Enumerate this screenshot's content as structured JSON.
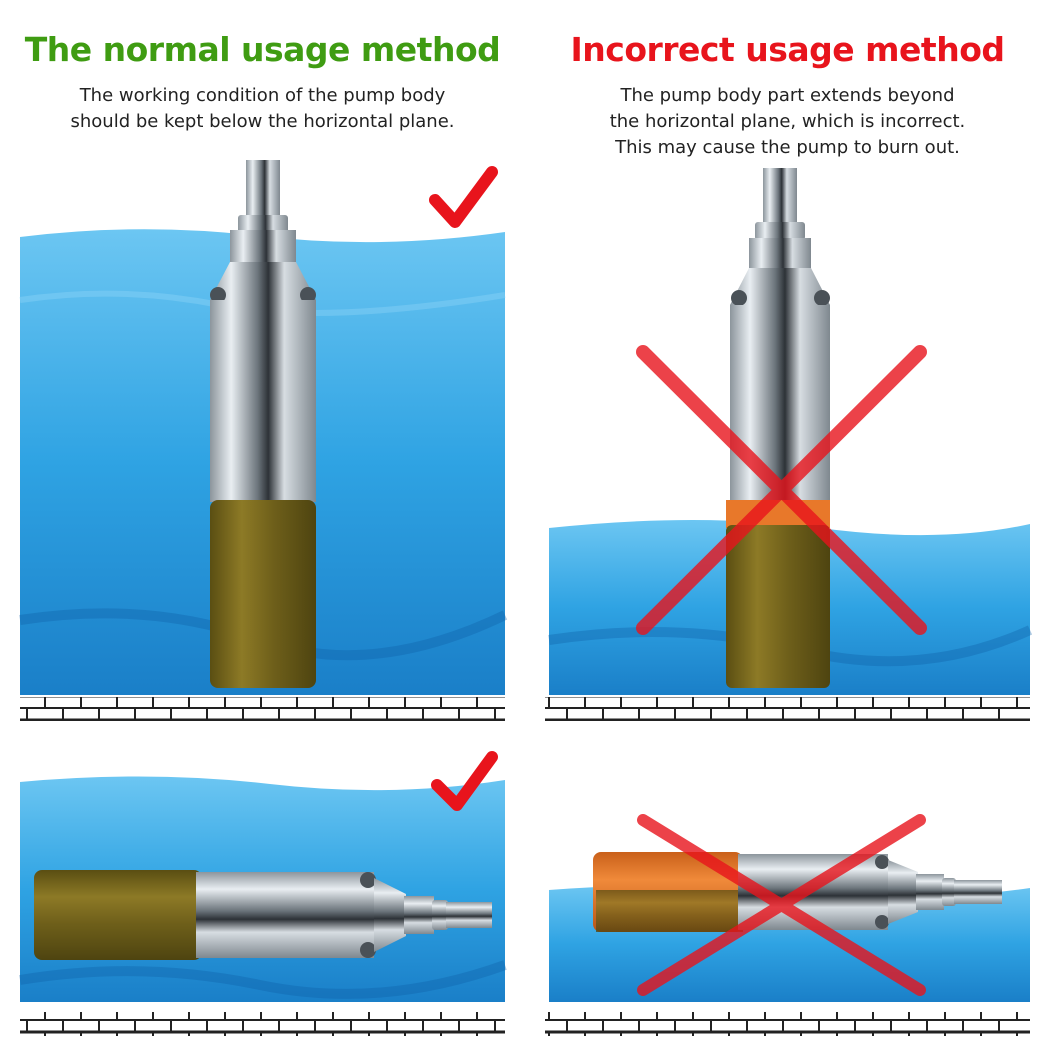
{
  "correct": {
    "title": "The normal usage method",
    "description": [
      "The working condition of the pump body",
      "should be kept below the horizontal plane."
    ]
  },
  "incorrect": {
    "title": "Incorrect usage method",
    "description": [
      "The pump body part extends beyond",
      "the horizontal plane, which is incorrect.",
      "This may cause the pump to burn out."
    ]
  },
  "colors": {
    "correct_green": "#3f9c12",
    "incorrect_red": "#e8141c",
    "water_blue": "#2a9fe0",
    "pump_olive": "#7a6a1e",
    "pump_orange": "#e07a2a"
  },
  "icons": [
    "check-mark-icon",
    "cross-mark-icon"
  ]
}
